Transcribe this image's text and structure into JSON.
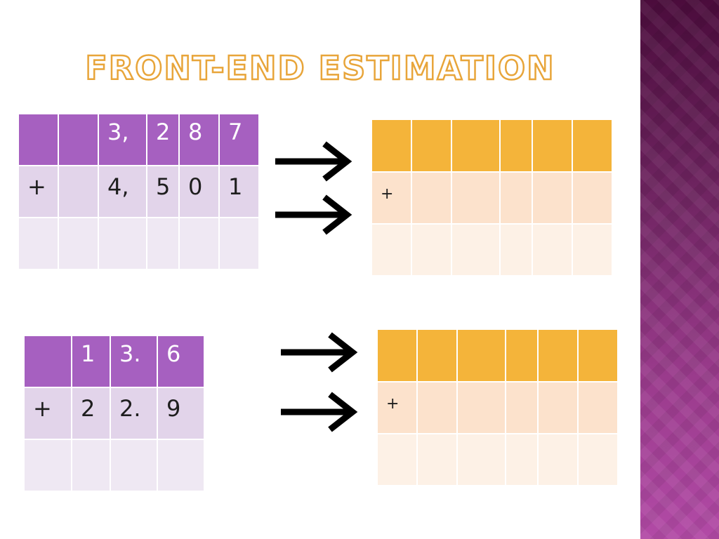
{
  "slide": {
    "title": "FRONT-END ESTIMATION",
    "colors": {
      "title_outline": "#e8a53a",
      "purple_header": "#a660c0",
      "orange_header": "#f4b43a",
      "side_band": "#6e2460"
    }
  },
  "problem1": {
    "row1": [
      "",
      "",
      "3,",
      "2",
      "8",
      "7"
    ],
    "row2": [
      "+",
      "",
      "4,",
      "5",
      "0",
      "1"
    ],
    "row3": [
      "",
      "",
      "",
      "",
      "",
      ""
    ]
  },
  "answer1": {
    "row1": [
      "",
      "",
      "",
      "",
      "",
      ""
    ],
    "row2": [
      "+",
      "",
      "",
      "",
      "",
      ""
    ],
    "row3": [
      "",
      "",
      "",
      "",
      "",
      ""
    ]
  },
  "problem2": {
    "row1": [
      "",
      "1",
      "3.",
      "6"
    ],
    "row2": [
      "+",
      "2",
      "2.",
      "9"
    ],
    "row3": [
      "",
      "",
      "",
      ""
    ]
  },
  "answer2": {
    "row1": [
      "",
      "",
      "",
      "",
      "",
      ""
    ],
    "row2": [
      "+",
      "",
      "",
      "",
      "",
      ""
    ],
    "row3": [
      "",
      "",
      "",
      "",
      "",
      ""
    ]
  },
  "icons": {
    "arrow": "right-arrow-icon"
  }
}
